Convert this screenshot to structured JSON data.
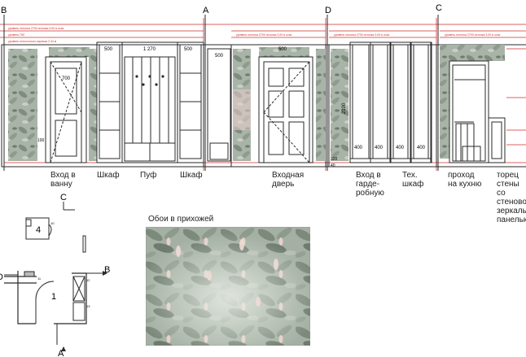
{
  "section_markers": {
    "b": "B",
    "a": "A",
    "d": "D",
    "c": "C"
  },
  "elevation": {
    "notes": {
      "ceiling_level": "уровень потолка 2700 потолка 3.00 в осях",
      "gkl_level": "уровень ГКЛ",
      "level_2440": "уровень потолочного карниза 2.44 м"
    },
    "dims": {
      "door_width": "700",
      "shelf_width": "500",
      "bench_width": "1 270",
      "door_height": "2100",
      "base_height": "100",
      "wardrobe_400": "400",
      "low_320": "320",
      "dim_40": "40"
    },
    "captions": [
      {
        "id": "bath-entry",
        "text": "Вход в\nванну"
      },
      {
        "id": "wardrobe-left",
        "text": "Шкаф"
      },
      {
        "id": "pouf",
        "text": "Пуф"
      },
      {
        "id": "wardrobe-right",
        "text": "Шкаф"
      },
      {
        "id": "entrance-door",
        "text": "Входная\nдверь"
      },
      {
        "id": "dressing-entry",
        "text": "Вход в\nгарде-\nробную"
      },
      {
        "id": "tech-closet",
        "text": "Тех.\nшкаф"
      },
      {
        "id": "kitchen-pass",
        "text": "проход\nна кухню"
      },
      {
        "id": "wall-end",
        "text": "торец\nстены\nсо\nстеновой\nзеркальной\nпанелью"
      }
    ]
  },
  "plan": {
    "markers": {
      "c": "C",
      "b": "B",
      "a": "A",
      "d": "D"
    },
    "rooms": {
      "room4": "4",
      "room1": "1"
    },
    "dims": {
      "d10": "10",
      "d12": "12",
      "d11": "11",
      "d13": "13"
    }
  },
  "wallpaper": {
    "title": "Обои в прихожей"
  },
  "colors": {
    "line": "#2a2a2a",
    "red": "#d22b2b",
    "wallpaper": "#9aa89a"
  }
}
